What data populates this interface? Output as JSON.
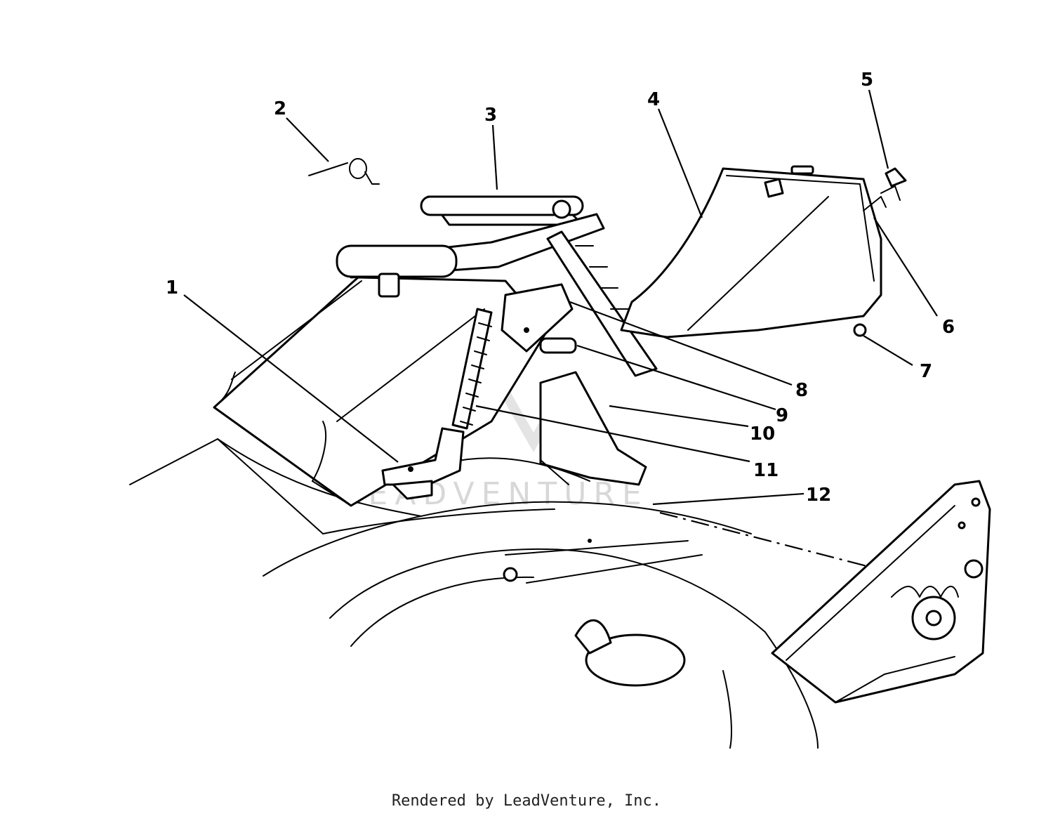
{
  "callouts": [
    {
      "label": "1"
    },
    {
      "label": "2"
    },
    {
      "label": "3"
    },
    {
      "label": "4"
    },
    {
      "label": "5"
    },
    {
      "label": "6"
    },
    {
      "label": "7"
    },
    {
      "label": "8"
    },
    {
      "label": "9"
    },
    {
      "label": "10"
    },
    {
      "label": "11"
    },
    {
      "label": "12"
    }
  ],
  "watermark": {
    "text": "LEADVENTURE"
  },
  "footer": {
    "text": "Rendered by LeadVenture, Inc."
  },
  "colors": {
    "ink": "#000000",
    "background": "#ffffff",
    "watermark": "#d8d8d8"
  }
}
